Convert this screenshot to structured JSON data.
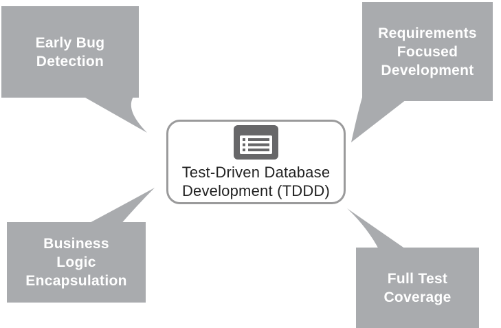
{
  "center": {
    "icon": "list-card-icon",
    "line1": "Test-Driven Database",
    "line2": "Development (TDDD)"
  },
  "callouts": [
    {
      "name": "early-bug-detection",
      "lines": [
        "Early Bug",
        "Detection"
      ]
    },
    {
      "name": "requirements-focused-development",
      "lines": [
        "Requirements",
        "Focused",
        "Development"
      ]
    },
    {
      "name": "business-logic-encapsulation",
      "lines": [
        "Business",
        "Logic",
        "Encapsulation"
      ]
    },
    {
      "name": "full-test-coverage",
      "lines": [
        "Full Test",
        "Coverage"
      ]
    }
  ],
  "colors": {
    "callout_gray": "#a9abae",
    "callout_text": "#ffffff",
    "center_border": "#9a9a9b",
    "center_text": "#222222",
    "icon_gray": "#676769"
  }
}
